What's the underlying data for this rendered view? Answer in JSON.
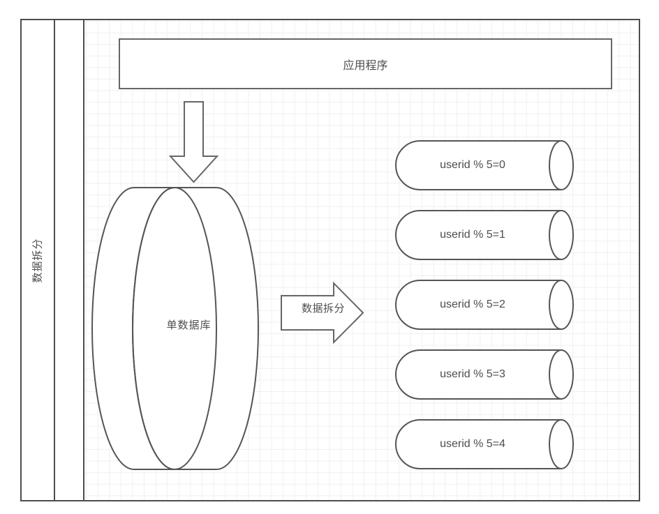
{
  "diagram": {
    "side_panel_label": "数据拆分",
    "application_box": {
      "label": "应用程序"
    },
    "source_database": {
      "label": "单数据库"
    },
    "split_arrow": {
      "label": "数据拆分"
    },
    "shards": [
      {
        "label": "userid % 5=0"
      },
      {
        "label": "userid % 5=1"
      },
      {
        "label": "userid % 5=2"
      },
      {
        "label": "userid % 5=3"
      },
      {
        "label": "userid % 5=4"
      }
    ],
    "colors": {
      "stroke": "#4d4d4d",
      "shape_stroke": "#666666",
      "fill": "#ffffff",
      "grid": "#f0f0f0",
      "text": "#4d4d4d"
    }
  }
}
